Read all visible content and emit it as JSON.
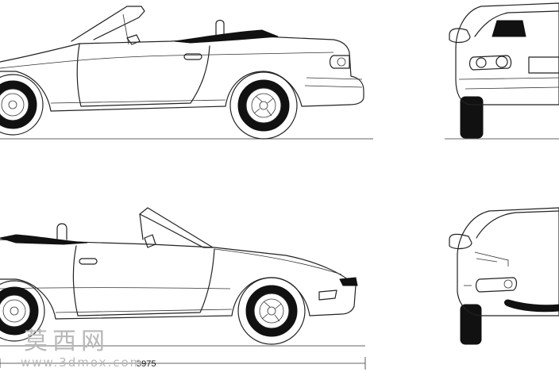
{
  "blueprint": {
    "overall_length_label": "3975"
  },
  "watermark": {
    "brand_text": "莫西网",
    "site_url": "www.3dmox.com"
  }
}
